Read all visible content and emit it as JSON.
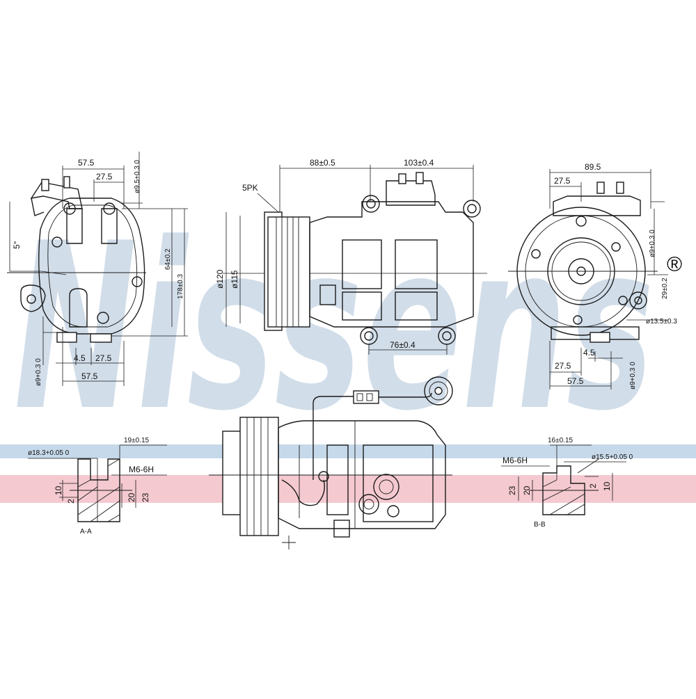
{
  "watermark": {
    "brand": "Nissens",
    "registered": "®"
  },
  "colors": {
    "band_blue": "#c6d9ea",
    "band_pink": "#f4c9cf",
    "watermark": "#c9d8e6"
  },
  "left_view": {
    "dim_top_width": "57.5",
    "dim_top_inner": "27.5",
    "dim_top_hole": "ø9.5+0.3 0",
    "dim_angle": "5°",
    "dim_height_inner": "64±0.2",
    "dim_height_total": "178±0.3",
    "dim_bottom_small": "4.5",
    "dim_bottom_inner": "27.5",
    "dim_bottom_width": "57.5",
    "dim_bottom_hole": "ø9+0.3 0"
  },
  "middle_view": {
    "belt_label": "5PK",
    "dim_left": "88±0.5",
    "dim_right": "103±0.4",
    "dia_outer": "ø120",
    "dia_inner": "ø115",
    "dim_bottom": "76±0.4"
  },
  "right_view": {
    "dim_top_width": "89.5",
    "dim_top_inner": "27.5",
    "dim_right_hole": "ø9+0.3 0",
    "dim_right_offset": "29±0.2",
    "dim_boss": "ø13.5±0.3",
    "dim_bottom_small": "4.5",
    "dim_bottom_inner": "27.5",
    "dim_bottom_width": "57.5",
    "dim_bottom_hole": "ø9+0.3 0"
  },
  "section_a": {
    "dia": "ø18.3+0.05 0",
    "depth": "19±0.15",
    "thread": "M6-6H",
    "dim_10": "10",
    "dim_2": "2",
    "dim_20": "20",
    "dim_23": "23",
    "label": "A-A"
  },
  "section_b": {
    "depth": "16±0.15",
    "thread": "M6-6H",
    "dia": "ø15.5+0.05 0",
    "dim_23": "23",
    "dim_20": "20",
    "dim_2": "2",
    "dim_10": "10",
    "label": "B-B"
  }
}
